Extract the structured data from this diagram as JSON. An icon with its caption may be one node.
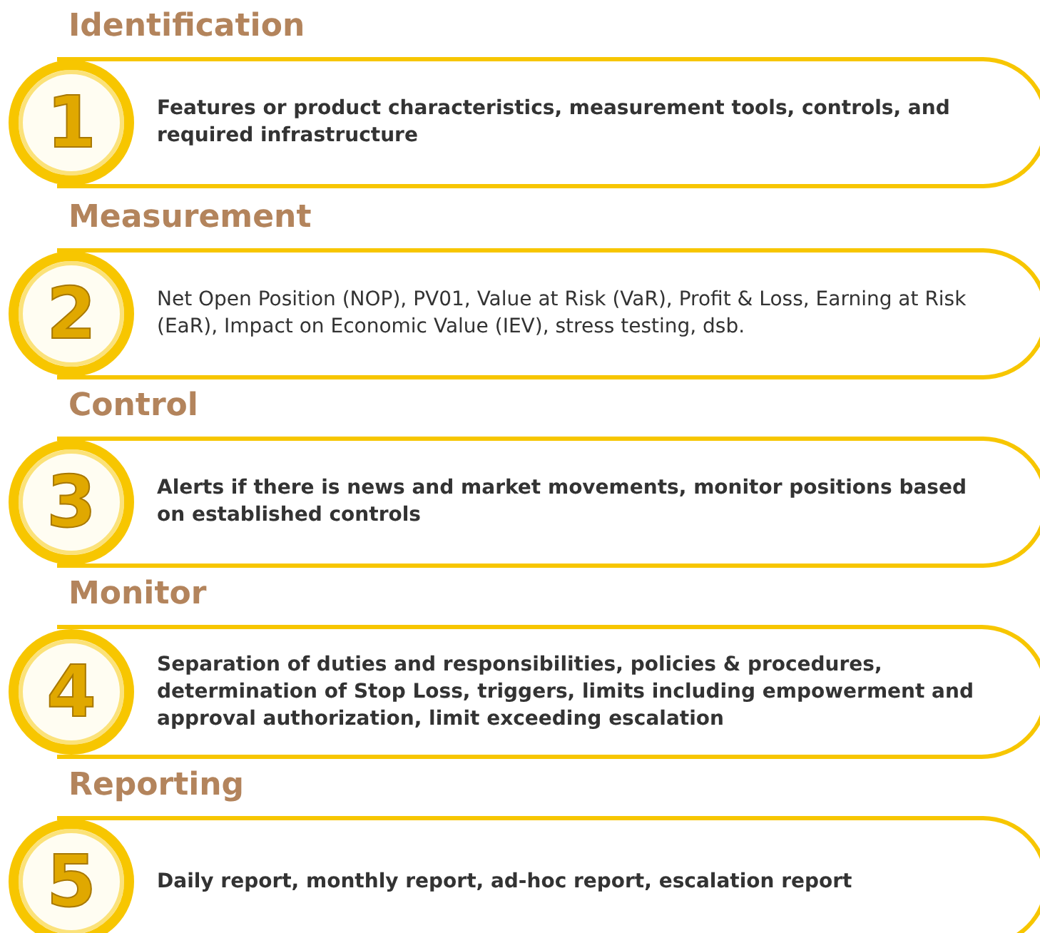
{
  "diagram": {
    "nodes": [
      {
        "text": [
          "Identification",
          "Features or product characteristics, measurement tools, controls, and required infrastructure"
        ]
      },
      {
        "text": [
          "1"
        ]
      },
      {
        "text": [
          "Measurement",
          "Net Open Position (NOP), PV01, Value at Risk (VaR), Profit & Loss, Earning at Risk (EaR), Impact on Economic Value (IEV), stress testing, dsb."
        ]
      },
      {
        "text": [
          "2"
        ]
      },
      {
        "text": [
          "Control",
          "Alerts if there is news and market movements, monitor positions based on established controls"
        ]
      },
      {
        "text": [
          "3"
        ]
      },
      {
        "text": [
          "Monitor",
          "Separation of duties and responsibilities, policies & procedures, determination of Stop Loss, triggers, limits including empowerment and approval authorization, limit exceeding escalation"
        ]
      },
      {
        "text": [
          "4"
        ]
      },
      {
        "text": [
          "Reporting",
          "Daily report, monthly report, ad-hoc report, escalation report"
        ]
      },
      {
        "text": [
          "5"
        ]
      }
    ]
  }
}
